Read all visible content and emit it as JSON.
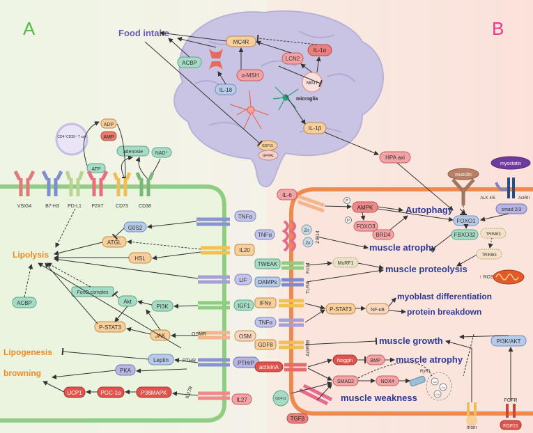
{
  "panels": {
    "left": "A",
    "right": "B"
  },
  "brain": {
    "food_intake": "Food intake",
    "mc4r": "MC4R",
    "acbp": "ACBP",
    "lcn2": "LCN2",
    "il1a": "IL-1α",
    "neut": "NEUT",
    "amsh": "α-MSH",
    "il18": "IL-18",
    "microglia": "microglia",
    "il1b": "IL-1β",
    "gdf15": "GDF15",
    "gfral": "GFRAL",
    "hpa": "HPA axi"
  },
  "extracellular": {
    "tcell": "CD4⁺CD39⁺ T cell",
    "adp": "ADP",
    "amp": "AMP",
    "atp": "ATP",
    "adenosine": "adenosie",
    "nad": "NAD⁺"
  },
  "membrane_left": [
    "VSIG4",
    "B7-H3",
    "PD-L1",
    "P2X7",
    "CD73",
    "CD38"
  ],
  "adipocyte": {
    "lipolysis": "Lipolysis",
    "lipogenesis": "Lipogenesis",
    "browning": "browning",
    "acbp": "ACBP",
    "g0s2": "G0S2",
    "atgl": "ATGL",
    "hsl": "HSL",
    "foxo": "FoxO complex",
    "akt": "Akt",
    "pi3k": "PI3K",
    "pstat3": "P-STAT3",
    "jak": "JAK",
    "leptin": "Leptin",
    "pka": "PKA",
    "ucp1": "UCP1",
    "pgc": "PGC-1α",
    "p38": "P38MAPK"
  },
  "ligands_left": {
    "tnfa": "TNFα",
    "il20": "IL20",
    "lif": "LIF",
    "igf1": "IGF1",
    "osm": "OSM",
    "osmr": "OSMR",
    "pthrp": "PTHrP",
    "pthr": "PTHR",
    "il27": "IL27",
    "il27r": "IL27R"
  },
  "muscle": {
    "il6": "IL-6",
    "ampk": "AMPK",
    "p": "P",
    "foxo3": "FOXO3",
    "brd4": "BRD4",
    "zn": "Zn",
    "zip14": "ZIP14",
    "tnfa": "TNFα",
    "tweak": "TWEAK",
    "fn14": "Fn14",
    "murf1": "MuRF1",
    "damps": "DAMPs",
    "tlr4": "TLR4",
    "ifng": "IFNγ",
    "tnfa2": "TNFα",
    "pstat3": "P-STAT3",
    "nfkb": "NF-κB",
    "gdf8": "GDF8",
    "actriib": "ActRIIB",
    "activina": "activinA",
    "noggin": "Noggin",
    "bmp": "BMP",
    "smad2": "SMAD2",
    "nox4": "NOX4",
    "ryr1": "RyR1",
    "ca": "Ca",
    "gdf11": "GDF11",
    "tgfb": "TGFβ",
    "irisin": "Irisin",
    "fgf21": "FGF21",
    "fgfr": "FGFR",
    "pi3kakt": "PI3K/AKT",
    "musclin": "musclin",
    "myostatin": "myostatin",
    "alk": "ALK 4/5",
    "actrii": "ActRII",
    "smad23": "smad 2/3",
    "foxo1": "FOXO1",
    "fbxo32": "FBXO32",
    "trim63": "TRIM63",
    "trim63b": "TRIM63",
    "ros": "↑ ROS"
  },
  "outcomes": {
    "autophagy": "Autophagy",
    "atrophy1": "muscle atrophy",
    "proteolysis": "muscle proteolysis",
    "myoblast": "myoblast differentiation",
    "breakdown": "protein breakdown",
    "growth": "muscle growth",
    "atrophy2": "muscle atrophy",
    "weakness": "muscle weakness"
  },
  "colors": {
    "left_bg": "#eef5e4",
    "right_bg": "#fbe6df",
    "left_membrane": "#8fce80",
    "right_membrane": "#ee8a4f",
    "title_blue": "#2d3a99",
    "orange_text": "#ee8a26",
    "panel_a": "#55b84a",
    "panel_b": "#e8388d",
    "brain": "#c9c3e4"
  }
}
